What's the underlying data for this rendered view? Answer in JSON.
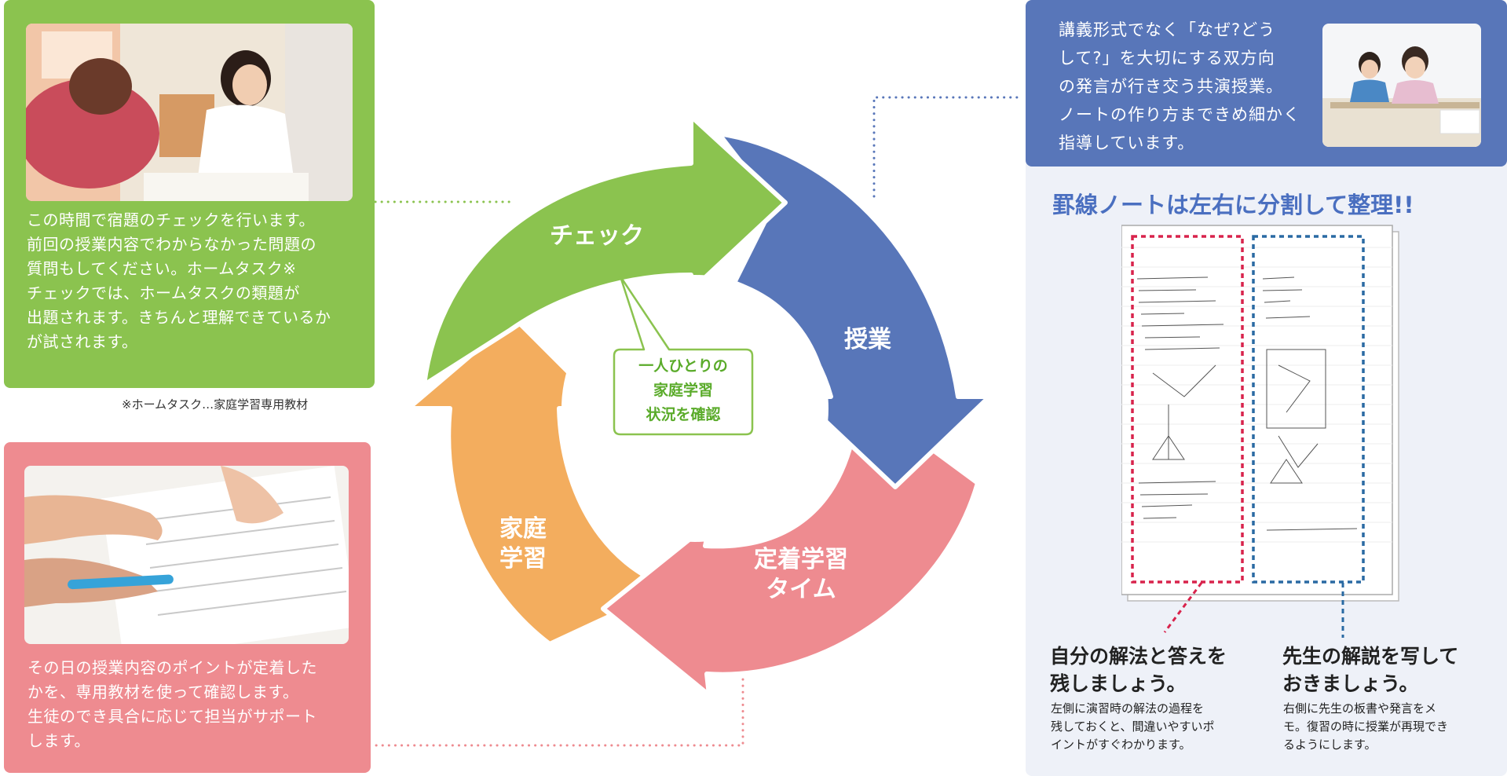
{
  "cycle": {
    "check_label": "チェック",
    "class_label": "授業",
    "teichaku_label": [
      "定着学習",
      "タイム"
    ],
    "home_label": [
      "家庭",
      "学習"
    ],
    "center_text": [
      "一人ひとりの",
      "家庭学習",
      "状況を確認"
    ]
  },
  "check_card": {
    "text": [
      "この時間で宿題のチェックを行います。",
      "前回の授業内容でわからなかった問題の",
      "質問もしてください。ホームタスク※",
      "チェックでは、ホームタスクの類題が",
      "出題されます。きちんと理解できているか",
      "が試されます。"
    ],
    "footnote": "※ホームタスク…家庭学習専用教材"
  },
  "teichaku_card": {
    "text": [
      "その日の授業内容のポイントが定着した",
      "かを、専用教材を使って確認します。",
      "生徒のでき具合に応じて担当がサポート",
      "します。"
    ]
  },
  "class_card": {
    "text": [
      "講義形式でなく「なぜ?どう",
      "して?」を大切にする双方向",
      "の発言が行き交う共演授業。",
      "ノートの作り方まできめ細かく",
      "指導しています。"
    ]
  },
  "note": {
    "heading": "罫線ノートは左右に分割して整理!!",
    "left_title": [
      "自分の解法と答えを",
      "残しましょう。"
    ],
    "left_body": [
      "左側に演習時の解法の過程を",
      "残しておくと、間違いやすいポ",
      "イントがすぐわかります。"
    ],
    "right_title": [
      "先生の解説を写して",
      "おきましょう。"
    ],
    "right_body": [
      "右側に先生の板書や発言をメ",
      "モ。復習の時に授業が再現でき",
      "るようにします。"
    ]
  },
  "colors": {
    "check": "#8bc34f",
    "class": "#5876b9",
    "teichaku": "#ee8b90",
    "home": "#f3ad5e",
    "left_note_dash": "#d8234c",
    "right_note_dash": "#2a6aa3"
  }
}
